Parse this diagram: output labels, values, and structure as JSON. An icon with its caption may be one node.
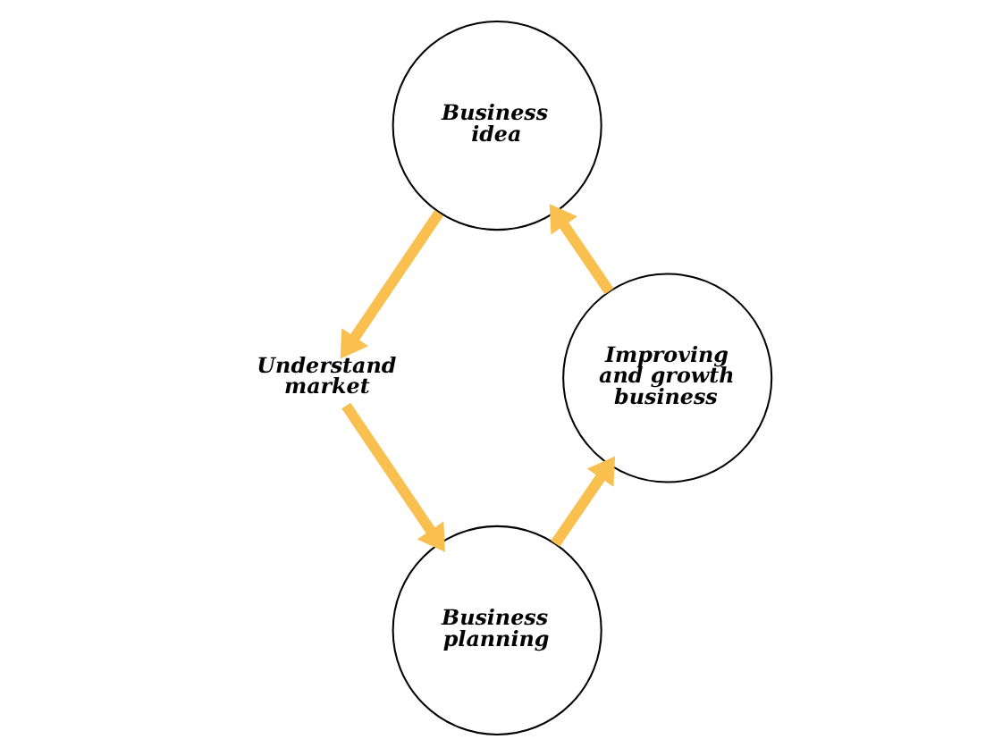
{
  "diagram": {
    "nodes": [
      {
        "text": [
          "Business idea"
        ]
      },
      {
        "text": [
          "Understand market"
        ]
      },
      {
        "text": [
          "Business planning"
        ]
      },
      {
        "text": [
          "Improving and growth business"
        ]
      }
    ],
    "edges": [
      {
        "from": 0,
        "to": 1,
        "arrow": "to"
      },
      {
        "from": 1,
        "to": 2,
        "arrow": "to"
      },
      {
        "from": 2,
        "to": 3,
        "arrow": "to"
      },
      {
        "from": 3,
        "to": 0,
        "arrow": "to"
      }
    ]
  }
}
